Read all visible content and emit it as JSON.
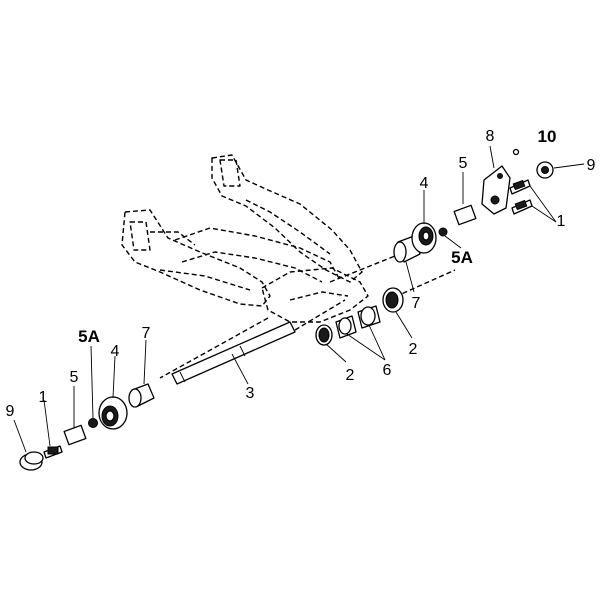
{
  "callouts": {
    "left_9": "9",
    "left_1": "1",
    "left_5": "5",
    "left_5a": "5A",
    "left_4": "4",
    "left_7": "7",
    "shaft_3": "3",
    "lower_2": "2",
    "lower_6": "6",
    "mid_2": "2",
    "mid_7": "7",
    "upper_4": "4",
    "upper_5": "5",
    "upper_5a": "5A",
    "upper_8": "8",
    "upper_10": "10",
    "right_9": "9",
    "right_1": "1"
  }
}
